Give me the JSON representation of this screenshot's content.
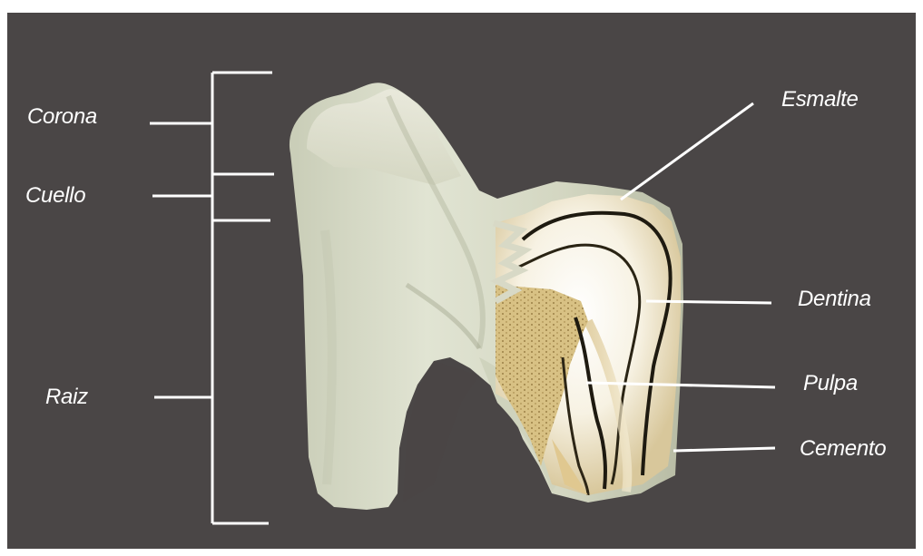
{
  "diagram": {
    "left_labels": {
      "corona": "Corona",
      "cuello": "Cuello",
      "raiz": "Raiz"
    },
    "right_labels": {
      "esmalte": "Esmalte",
      "dentina": "Dentina",
      "pulpa": "Pulpa",
      "cemento": "Cemento"
    },
    "colors": {
      "background": "#4a4646",
      "line": "#ffffff",
      "tooth": "#d9dcc8",
      "dentin": "#e4cf9a",
      "pulp": "#c8ad6c"
    }
  }
}
